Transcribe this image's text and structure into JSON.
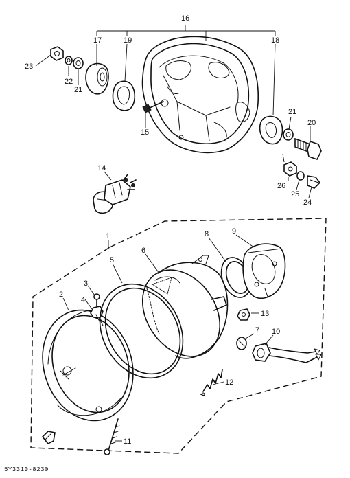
{
  "callouts": {
    "n1": "1",
    "n2": "2",
    "n3": "3",
    "n4": "4",
    "n5": "5",
    "n6": "6",
    "n7": "7",
    "n8": "8",
    "n9": "9",
    "n10": "10",
    "n11": "11",
    "n12": "12",
    "n13": "13",
    "n14": "14",
    "n15": "15",
    "n16": "16",
    "n17": "17",
    "n18": "18",
    "n19": "19",
    "n20": "20",
    "n21a": "21",
    "n21b": "21",
    "n22": "22",
    "n23": "23",
    "n24": "24",
    "n25": "25",
    "n26": "26"
  },
  "drawing_code": "5Y3310-8230"
}
